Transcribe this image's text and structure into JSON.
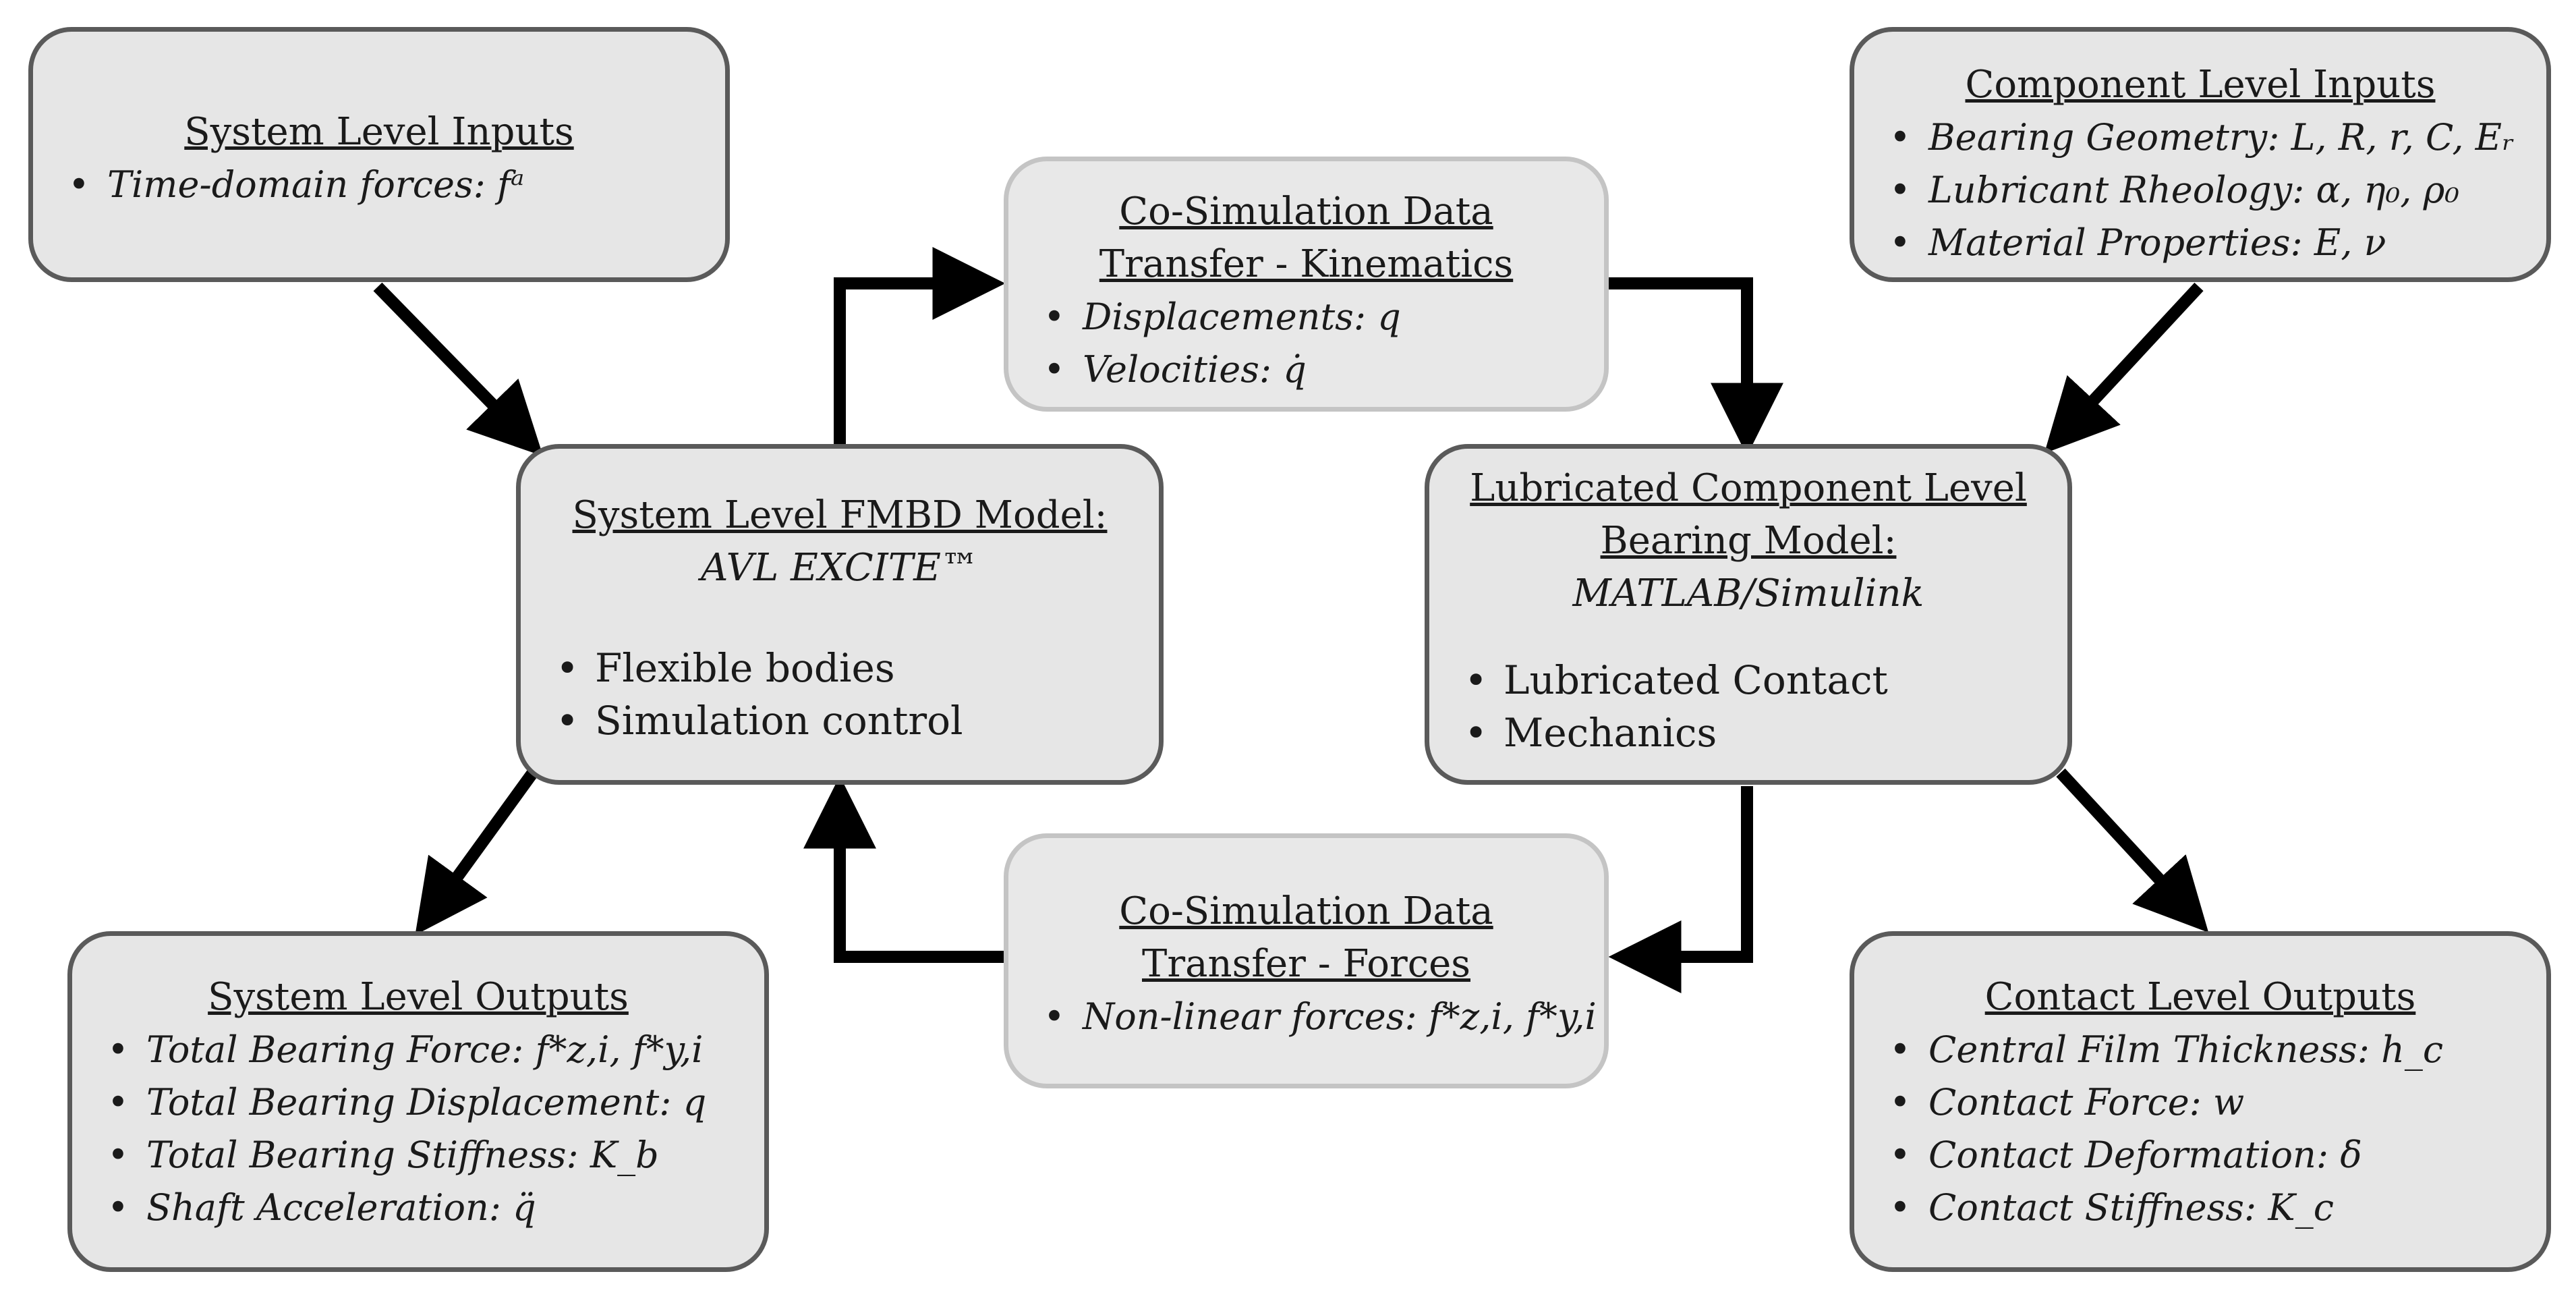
{
  "system_inputs": {
    "title": "System Level Inputs",
    "items": [
      "Time-domain forces: fᵃ"
    ]
  },
  "component_inputs": {
    "title": "Component Level Inputs",
    "items": [
      "Bearing Geometry: L, R, r, C, Eᵣ",
      "Lubricant Rheology: α, η₀, ρ₀",
      "Material Properties: E, ν"
    ]
  },
  "kinematics_transfer": {
    "title_line1": "Co-Simulation Data",
    "title_line2": "Transfer - Kinematics",
    "items": [
      "Displacements: q",
      "Velocities: q̇"
    ]
  },
  "fmbd_model": {
    "title": "System Level FMBD Model:",
    "subtitle": "AVL EXCITE™",
    "items": [
      "Flexible bodies",
      "Simulation control"
    ]
  },
  "bearing_model": {
    "title_line1": "Lubricated Component Level",
    "title_line2": "Bearing Model:",
    "subtitle": "MATLAB/Simulink",
    "items": [
      "Lubricated Contact",
      "Mechanics"
    ]
  },
  "forces_transfer": {
    "title_line1": "Co-Simulation Data",
    "title_line2": "Transfer - Forces",
    "items": [
      "Non-linear forces: f*z,i, f*y,i"
    ]
  },
  "system_outputs": {
    "title": "System Level Outputs",
    "items": [
      "Total Bearing Force: f*z,i, f*y,i",
      "Total Bearing Displacement: q",
      "Total Bearing Stiffness: K_b",
      "Shaft Acceleration: q̈"
    ]
  },
  "contact_outputs": {
    "title": "Contact Level Outputs",
    "items": [
      "Central Film Thickness: h_c",
      "Contact Force: w",
      "Contact Deformation: δ",
      "Contact Stiffness: K_c"
    ]
  },
  "colors": {
    "box_fill": "#e6e6e6",
    "box_border_dark": "#5a5a5a",
    "box_border_light": "#c4c4c4",
    "arrow": "#000000"
  }
}
